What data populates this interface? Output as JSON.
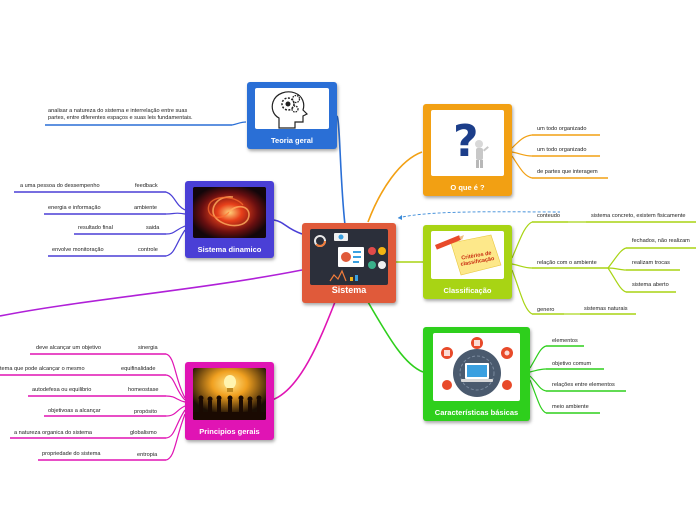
{
  "center": {
    "title": "Sistema"
  },
  "nodes": {
    "teoria": {
      "title": "Teoria geral",
      "children": [
        {
          "label": "analisar a natureza do sistema e interrelação entre suas"
        },
        {
          "label": "partes, entre diferentes espaços e suas leis fundamentais."
        }
      ]
    },
    "dinamico": {
      "title": "Sistema dinamico",
      "children": [
        {
          "label": "feedback",
          "detail": "a uma pessoa do dessempenho"
        },
        {
          "label": "ambiente",
          "detail": "energia e informação"
        },
        {
          "label": "saida",
          "detail": "resultado final"
        },
        {
          "label": "controle",
          "detail": "envolve monitoração"
        }
      ]
    },
    "principios": {
      "title": "Principios gerais",
      "children": [
        {
          "label": "sinergia",
          "detail": "deve alcançar um objetivo"
        },
        {
          "label": "equifinalidade",
          "detail": "tema que pode alcançar o mesmo"
        },
        {
          "label": "homeostase",
          "detail": "autodefesa ou equilibrio"
        },
        {
          "label": "propósito",
          "detail": "objetivoas a alcançar"
        },
        {
          "label": "globalismo",
          "detail": "a natureza organica do sistema"
        },
        {
          "label": "entropia",
          "detail": "propriedade do sistema"
        }
      ]
    },
    "oque": {
      "title": "O que é ?",
      "children": [
        {
          "label": "um todo organizado"
        },
        {
          "label": "um todo organizado"
        },
        {
          "label": "de partes que interagem"
        }
      ]
    },
    "classificacao": {
      "title": "Classificação",
      "image_text": "Critérios de classificação",
      "children": [
        {
          "label": "conteudo",
          "details": [
            "sistema concreto, existem fisicamente"
          ]
        },
        {
          "label": "relação com o ambiente",
          "details": [
            "fechados, não realizam",
            "realizam trocas",
            "sistema aberto"
          ]
        },
        {
          "label": "genero",
          "details": [
            "sistemas naturais"
          ]
        }
      ]
    },
    "caracteristicas": {
      "title": "Características básicas",
      "children": [
        {
          "label": "elementos"
        },
        {
          "label": "objetivo comum"
        },
        {
          "label": "relações entre elementos"
        },
        {
          "label": "meio ambiente"
        }
      ]
    }
  },
  "colors": {
    "center": "#e05a3a",
    "teoria": "#2a6fd6",
    "dinamico": "#4a3fd6",
    "principios": "#e014b4",
    "oque": "#f2a013",
    "classificacao": "#a8d414",
    "caracteristicas": "#2ecf1c",
    "relation_dashed": "#3a8ad8"
  },
  "icons": [
    "head-gears-icon",
    "galaxy-icon",
    "people-bulb-icon",
    "question-person-icon",
    "pencil-note-icon",
    "laptop-network-icon",
    "dashboard-icon"
  ]
}
